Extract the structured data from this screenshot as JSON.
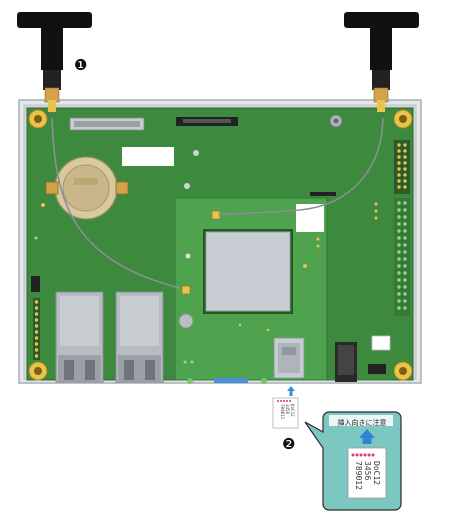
{
  "figure": {
    "markers": [
      {
        "number": "1",
        "glyph": "❶"
      },
      {
        "number": "2",
        "glyph": "❷"
      }
    ],
    "callout": {
      "title": "挿入向きに注意",
      "card_lines": [
        "DoC12",
        "3456",
        "789012"
      ]
    },
    "small_card_lines": [
      "DoC12",
      "3456",
      "789012"
    ]
  }
}
